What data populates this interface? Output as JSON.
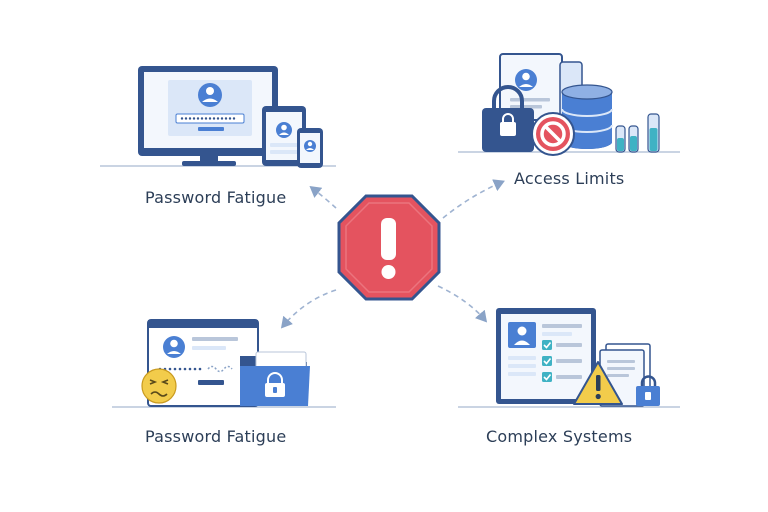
{
  "labels": {
    "top_left": "Password Fatigue",
    "top_right": "Access Limits",
    "bottom_left": "Password Fatigue",
    "bottom_right": "Complex Systems"
  },
  "colors": {
    "navy": "#34558f",
    "blue": "#4a7fd3",
    "light_blue": "#dbe7f8",
    "warning_red": "#e4535f",
    "warning_yellow": "#f2cc4b",
    "check_teal": "#3fb2c4",
    "text": "#2c3e57"
  },
  "icons": [
    "warning-octagon-icon",
    "monitor-icon",
    "tablet-icon",
    "phone-icon",
    "document-icon",
    "padlock-icon",
    "database-icon",
    "no-entry-icon",
    "vial-icon",
    "folder-icon",
    "confused-face-icon",
    "checklist-icon",
    "warning-triangle-icon"
  ]
}
